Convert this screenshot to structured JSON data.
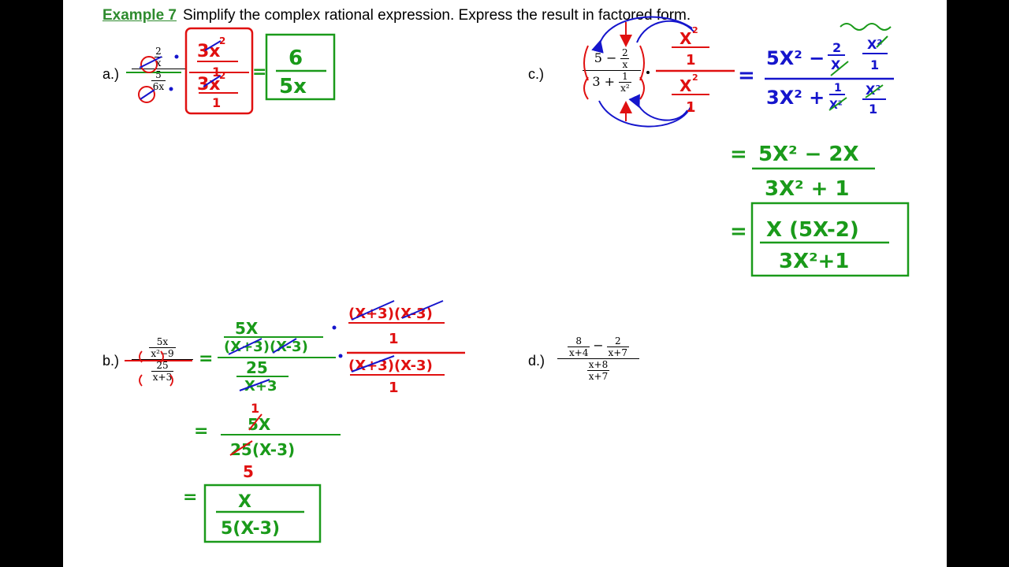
{
  "header": {
    "example_label": "Example 7",
    "instruction": "Simplify the complex rational expression.  Express the result in factored form."
  },
  "problems": {
    "a": {
      "label": "a.)",
      "num": "2",
      "num_den": "x",
      "den": "5",
      "den_den": "6x",
      "work": {
        "mult_top": "3x",
        "mult_top_exp": "2",
        "mult_one_a": "1",
        "mult_bottom": "3x",
        "mult_bottom_exp": "2",
        "mult_one_b": "1",
        "eq": "=",
        "answer_num": "6",
        "answer_den": "5x"
      }
    },
    "b": {
      "label": "b.)",
      "num_num": "5x",
      "num_den": "x²−9",
      "den_num": "25",
      "den_den": "x+3",
      "work": {
        "eq1": "=",
        "s1_num": "5X",
        "s1_num_den": "(X+3)(X-3)",
        "s1_den": "25",
        "s1_den_den": "X+3",
        "mult_top": "(X+3)(X-3)",
        "mult_one_a": "1",
        "mult_bottom": "(X+3)(X-3)",
        "mult_one_b": "1",
        "eq2": "=",
        "cancel_top": "1",
        "s2_num": "5X",
        "s2_den": "25(X-3)",
        "cancel_bottom": "5",
        "eq3": "=",
        "answer_num": "X",
        "answer_den": "5(X-3)"
      }
    },
    "c": {
      "label": "c.)",
      "num_main": "5 −",
      "num_frac_n": "2",
      "num_frac_d": "x",
      "den_main": "3 +",
      "den_frac_n": "1",
      "den_frac_d": "x²",
      "work": {
        "mult_top": "X",
        "mult_top_exp": "2",
        "mult_one_a": "1",
        "mult_bottom": "X",
        "mult_bottom_exp": "2",
        "mult_one_b": "1",
        "eq1": "=",
        "s1_num": "5X² − ",
        "s1_num_f_n": "2",
        "s1_num_f_d": "X",
        "s1_num_g_n": "X²",
        "s1_num_g_d": "1",
        "s1_den": "3X² + ",
        "s1_den_f_n": "1",
        "s1_den_f_d": "X²",
        "s1_den_g_n": "X²",
        "s1_den_g_d": "1",
        "eq2": "=",
        "s2_num": "5X² − 2X",
        "s2_den": "3X² + 1",
        "eq3": "=",
        "answer_num": "X (5X-2)",
        "answer_den": "3X²+1"
      }
    },
    "d": {
      "label": "d.)",
      "a_num": "8",
      "a_den": "x+4",
      "b_num": "2",
      "b_den": "x+7",
      "den_num": "x+8",
      "den_den": "x+7"
    }
  },
  "colors": {
    "green": "#1a9a1a",
    "red": "#e01010",
    "blue": "#1515cc",
    "header_green": "#2e8b2e"
  }
}
